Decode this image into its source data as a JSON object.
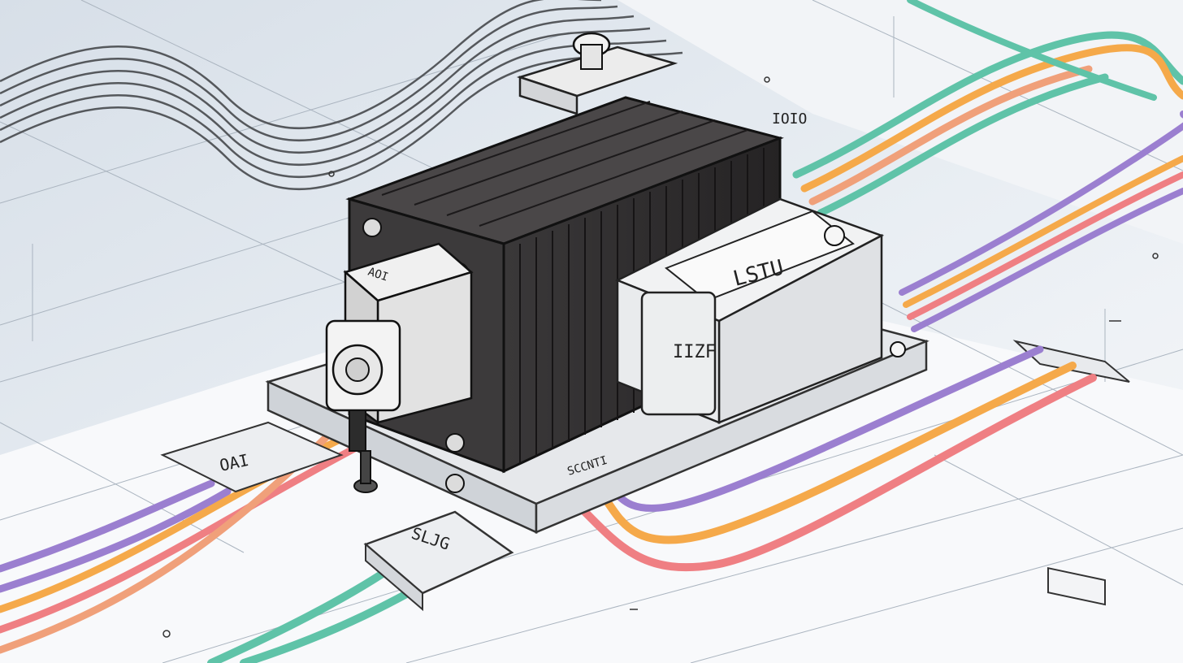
{
  "illustration": {
    "labels": {
      "encoder_plate": "AOI",
      "driver_front": "LSTU",
      "driver_side": "IIZF",
      "base_plate": "SCCNTI",
      "connector_center": "SLJG",
      "connector_left": "OAI",
      "connector_right": "IOIO"
    },
    "wire_colors": {
      "teal": "#5fc3a8",
      "orange": "#f5a94a",
      "purple": "#9b7fd0",
      "pink": "#ef7f83",
      "salmon": "#f0a07a"
    },
    "motor_color": "#2f2d2e"
  }
}
